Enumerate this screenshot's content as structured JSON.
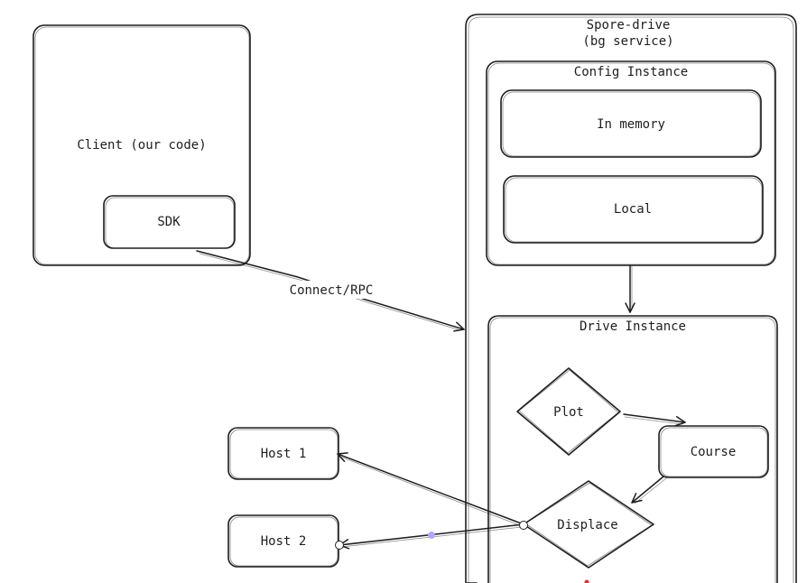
{
  "nodes": {
    "client": "Client (our code)",
    "sdk": "SDK",
    "spore_drive_line1": "Spore-drive",
    "spore_drive_line2": "(bg service)",
    "config_instance": "Config Instance",
    "in_memory": "In memory",
    "local": "Local",
    "drive_instance": "Drive Instance",
    "plot": "Plot",
    "course": "Course",
    "displace": "Displace",
    "host1": "Host 1",
    "host2": "Host 2"
  },
  "edges": {
    "connect_rpc": "Connect/RPC"
  },
  "colors": {
    "stroke": "#1e1e1e",
    "selection_handle": "#b4a7f5",
    "background": "#ffffff"
  }
}
